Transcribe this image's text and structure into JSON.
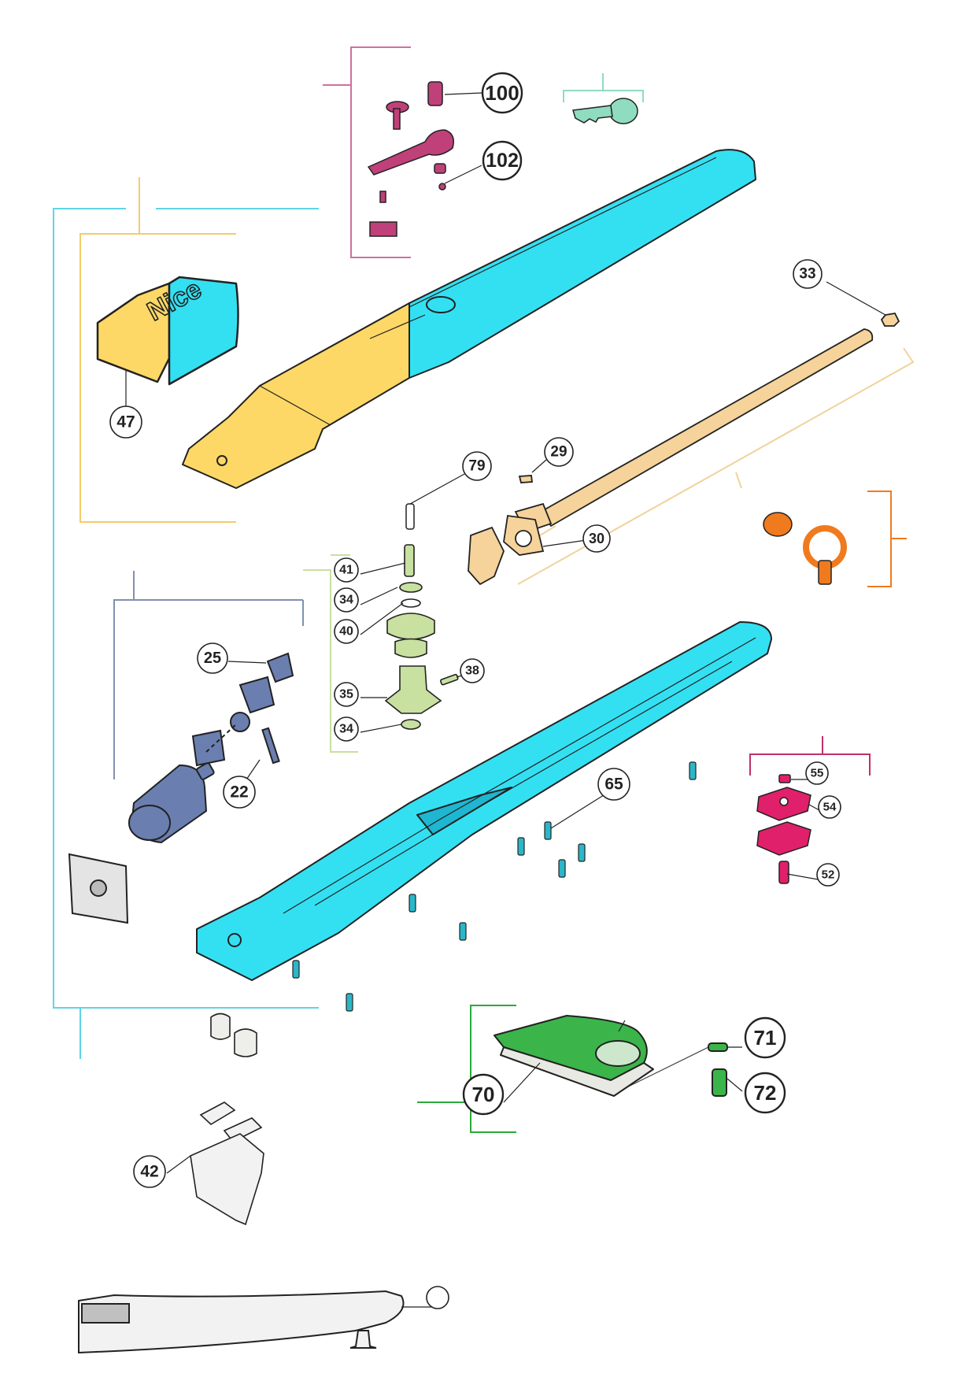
{
  "colors": {
    "cover_cyan": "#33e0f2",
    "cover_yellow": "#fed866",
    "release_magenta": "#c0407a",
    "key_mint": "#8fdcc0",
    "shaft_tan": "#f5d39a",
    "bracket_orange": "#f07a1e",
    "gear_green": "#c8e0a0",
    "clamp_pink": "#e0206a",
    "arm_green": "#3bb54a",
    "motor_blue": "#6a7fb0",
    "outline": "#222222"
  },
  "cover_logo": "Nice",
  "callouts": [
    {
      "id": "c100",
      "label": "100"
    },
    {
      "id": "c102",
      "label": "102"
    },
    {
      "id": "c33",
      "label": "33"
    },
    {
      "id": "c47",
      "label": "47"
    },
    {
      "id": "c79",
      "label": "79"
    },
    {
      "id": "c29",
      "label": "29"
    },
    {
      "id": "c30",
      "label": "30"
    },
    {
      "id": "c41",
      "label": "41"
    },
    {
      "id": "c34a",
      "label": "34"
    },
    {
      "id": "c40",
      "label": "40"
    },
    {
      "id": "c38",
      "label": "38"
    },
    {
      "id": "c35",
      "label": "35"
    },
    {
      "id": "c34b",
      "label": "34"
    },
    {
      "id": "c25",
      "label": "25"
    },
    {
      "id": "c22",
      "label": "22"
    },
    {
      "id": "c65",
      "label": "65"
    },
    {
      "id": "c55",
      "label": "55"
    },
    {
      "id": "c54",
      "label": "54"
    },
    {
      "id": "c52",
      "label": "52"
    },
    {
      "id": "c71",
      "label": "71"
    },
    {
      "id": "c72",
      "label": "72"
    },
    {
      "id": "c70",
      "label": "70"
    },
    {
      "id": "c42",
      "label": "42"
    },
    {
      "id": "cblank",
      "label": ""
    }
  ]
}
